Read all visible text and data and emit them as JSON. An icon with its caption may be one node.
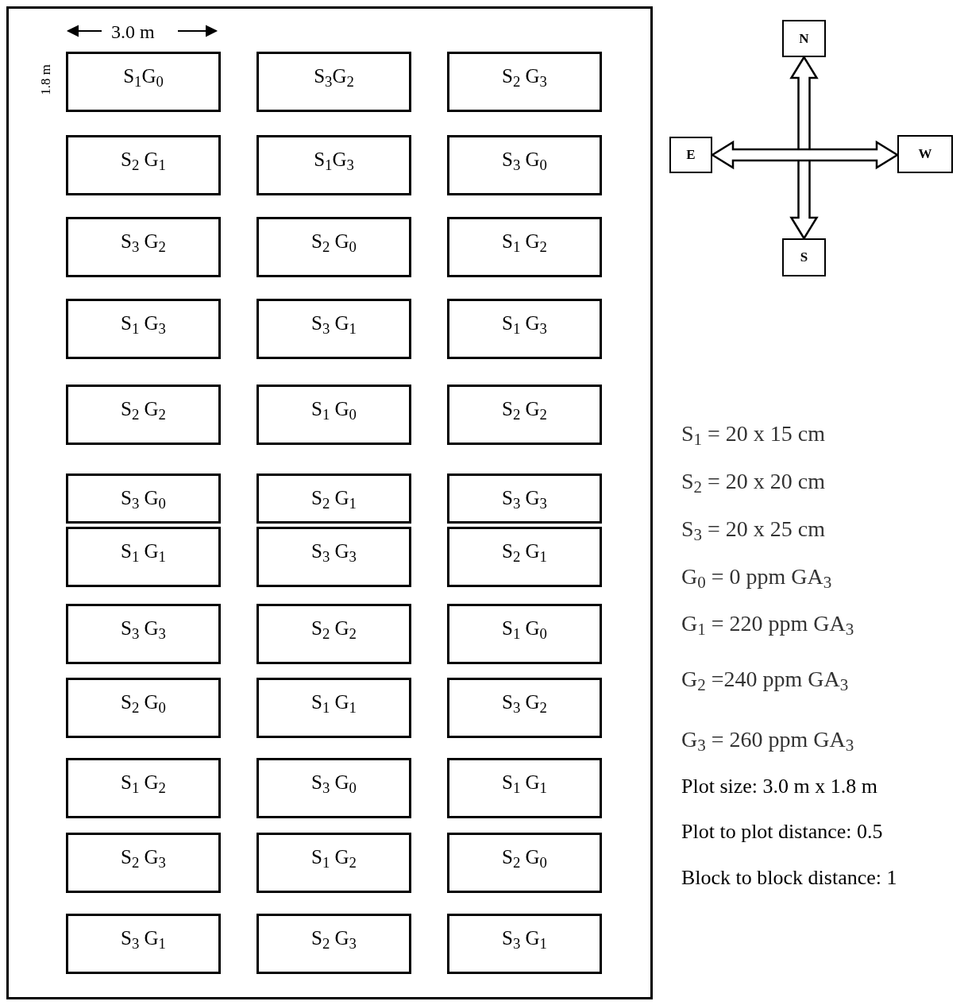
{
  "diagram": {
    "nodes": [
      {
        "text": [],
        "shape": "box"
      },
      {
        "text": [
          "S$_{1}$G$_{0}$"
        ],
        "in": 0
      },
      {
        "text": [
          "S$_{3}$G$_{2}$"
        ],
        "in": 0
      },
      {
        "text": [
          "S$_{2}$ G$_{3}$"
        ],
        "in": 0
      },
      {
        "text": [
          "S$_{2}$ G$_{1}$"
        ],
        "in": 0
      },
      {
        "text": [
          "S$_{1}$G$_{3}$"
        ],
        "in": 0
      },
      {
        "text": [
          "S$_{3}$ G$_{0}$"
        ],
        "in": 0
      },
      {
        "text": [
          "S$_{3}$ G$_{2}$"
        ],
        "in": 0
      },
      {
        "text": [
          "S$_{2}$ G$_{0}$"
        ],
        "in": 0
      },
      {
        "text": [
          "S$_{1}$ G$_{2}$"
        ],
        "in": 0
      },
      {
        "text": [
          "S$_{1}$ G$_{3}$"
        ],
        "in": 0
      },
      {
        "text": [
          "S$_{3}$ G$_{1}$"
        ],
        "in": 0
      },
      {
        "text": [
          "S$_{1}$ G$_{3}$"
        ],
        "in": 0
      },
      {
        "text": [
          "S$_{2}$ G$_{2}$"
        ],
        "in": 0
      },
      {
        "text": [
          "S$_{1}$ G$_{0}$"
        ],
        "in": 0
      },
      {
        "text": [
          "S$_{2}$ G$_{2}$"
        ],
        "in": 0
      },
      {
        "text": [
          "S$_{3}$ G$_{0}$"
        ],
        "in": 0
      },
      {
        "text": [
          "S$_{2}$ G$_{1}$"
        ],
        "in": 0
      },
      {
        "text": [
          "S$_{3}$ G$_{3}$"
        ],
        "in": 0
      },
      {
        "text": [
          "S$_{1}$ G$_{1}$"
        ],
        "in": 0
      },
      {
        "text": [
          "S$_{3}$ G$_{3}$"
        ],
        "in": 0
      },
      {
        "text": [
          "S$_{2}$ G$_{1}$"
        ],
        "in": 0
      },
      {
        "text": [
          "S$_{3}$ G$_{3}$"
        ],
        "in": 0
      },
      {
        "text": [
          "S$_{2}$ G$_{2}$"
        ],
        "in": 0
      },
      {
        "text": [
          "S$_{1}$ G$_{0}$"
        ],
        "in": 0
      },
      {
        "text": [
          "S$_{2}$ G$_{0}$"
        ],
        "in": 0
      },
      {
        "text": [
          "S$_{1}$ G$_{1}$"
        ],
        "in": 0
      },
      {
        "text": [
          "S$_{3}$ G$_{2}$"
        ],
        "in": 0
      },
      {
        "text": [
          "S$_{1}$ G$_{2}$"
        ],
        "in": 0
      },
      {
        "text": [
          "S$_{3}$ G$_{0}$"
        ],
        "in": 0
      },
      {
        "text": [
          "S$_{1}$ G$_{1}$"
        ],
        "in": 0
      },
      {
        "text": [
          "S$_{2}$ G$_{3}$"
        ],
        "in": 0
      },
      {
        "text": [
          "S$_{1}$ G$_{2}$"
        ],
        "in": 0
      },
      {
        "text": [
          "S$_{2}$ G$_{0}$"
        ],
        "in": 0
      },
      {
        "text": [
          "S$_{3}$ G$_{1}$"
        ],
        "in": 0
      },
      {
        "text": [
          "S$_{2}$ G$_{3}$"
        ],
        "in": 0
      },
      {
        "text": [
          "S$_{3}$ G$_{1}$"
        ],
        "in": 0
      },
      {
        "text": [
          "N"
        ]
      },
      {
        "text": [
          "E"
        ]
      },
      {
        "text": [
          "W"
        ]
      },
      {
        "text": [
          "S"
        ]
      }
    ],
    "edges": [
      {
        "from": 37,
        "to": 40,
        "arrow": "both"
      },
      {
        "from": 38,
        "to": 39,
        "arrow": "both"
      }
    ],
    "labels": [
      "3.0 m",
      "1.8 m",
      "S$_{1}$ =  20 x 15 cm",
      "S$_{2}$ = 20 x 20 cm",
      "S$_{3}$ = 20 x 25 cm",
      "G$_{0}$ = 0 ppm GA$_{3}$",
      "G$_{1}$ = 220 ppm GA$_{3}$",
      "G$_{2}$ =240 ppm GA$_{3}$",
      "G$_{3}$ = 260 ppm GA$_{3}$",
      "Plot size: 3.0 m x 1.8 m",
      "Plot to plot distance: 0.5",
      "Block to block distance: 1"
    ]
  }
}
